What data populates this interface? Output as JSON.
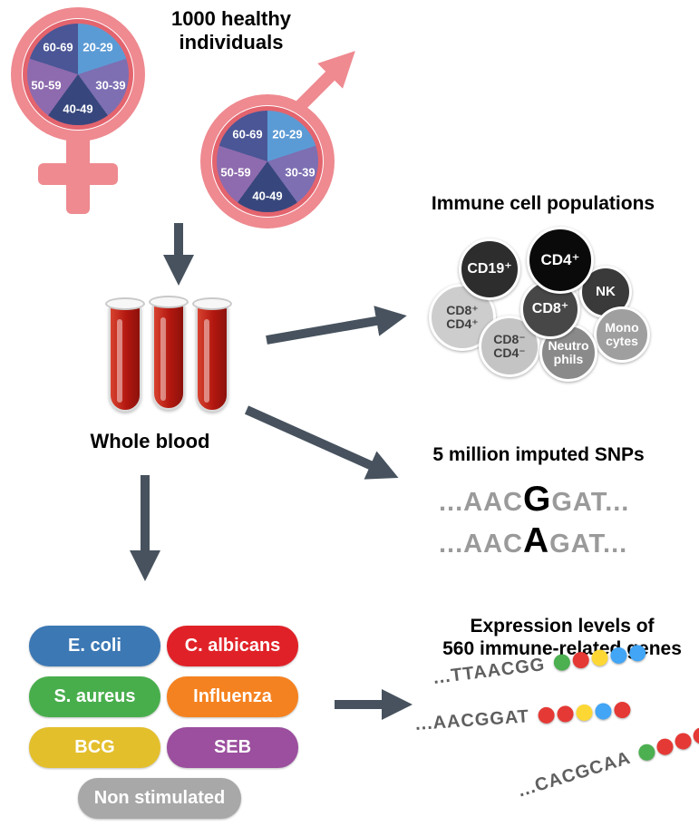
{
  "header": {
    "title_line1": "1000 healthy",
    "title_line2": "individuals"
  },
  "age_pies": {
    "labels": [
      "20-29",
      "30-39",
      "40-49",
      "50-59",
      "60-69"
    ],
    "segment_colors": [
      "#5b9bd5",
      "#7d6fb2",
      "#37477d",
      "#8e6bae",
      "#4a5696"
    ],
    "symbol_color": "#ee8a90"
  },
  "blood": {
    "label": "Whole blood"
  },
  "immune_cells": {
    "title": "Immune cell populations",
    "cells": [
      {
        "label": "CD8⁺\nCD4⁺",
        "color": "#cdcdcd"
      },
      {
        "label": "CD19⁺",
        "color": "#2d2d2d"
      },
      {
        "label": "NK",
        "color": "#3a3a3a"
      },
      {
        "label": "CD8⁻\nCD4⁻",
        "color": "#c4c4c4"
      },
      {
        "label": "Mono\ncytes",
        "color": "#9f9f9f"
      },
      {
        "label": "Neutro\nphils",
        "color": "#8a8a8a"
      },
      {
        "label": "CD8⁺",
        "color": "#474747"
      },
      {
        "label": "CD4⁺",
        "color": "#0a0a0a"
      }
    ]
  },
  "snps": {
    "title": "5 million imputed SNPs",
    "lines": [
      {
        "pre": "...AAC",
        "snp": "G",
        "post": "GAT..."
      },
      {
        "pre": "...AAC",
        "snp": "A",
        "post": "GAT..."
      }
    ]
  },
  "stimuli": {
    "items": [
      {
        "label": "E. coli",
        "color": "#3c78b4"
      },
      {
        "label": "C. albicans",
        "color": "#e02228"
      },
      {
        "label": "S. aureus",
        "color": "#48ae4c"
      },
      {
        "label": "Influenza",
        "color": "#f58220"
      },
      {
        "label": "BCG",
        "color": "#e3bf2c"
      },
      {
        "label": "SEB",
        "color": "#9b4f9e"
      },
      {
        "label": "Non stimulated",
        "color": "#a8a8a8"
      }
    ]
  },
  "expression": {
    "title_line1": "Expression levels of",
    "title_line2": "560 immune-related genes",
    "rows": [
      {
        "sequence": "...TTAACGG",
        "beads": [
          "#4caf50",
          "#e53935",
          "#fdd835",
          "#42a5f5",
          "#42a5f5"
        ]
      },
      {
        "sequence": "...AACGGAT",
        "beads": [
          "#e53935",
          "#e53935",
          "#fdd835",
          "#42a5f5",
          "#e53935"
        ]
      },
      {
        "sequence": "...CACGCAA",
        "beads": [
          "#4caf50",
          "#e53935",
          "#e53935",
          "#e53935"
        ]
      }
    ]
  },
  "colors": {
    "arrow": "#47525e"
  }
}
